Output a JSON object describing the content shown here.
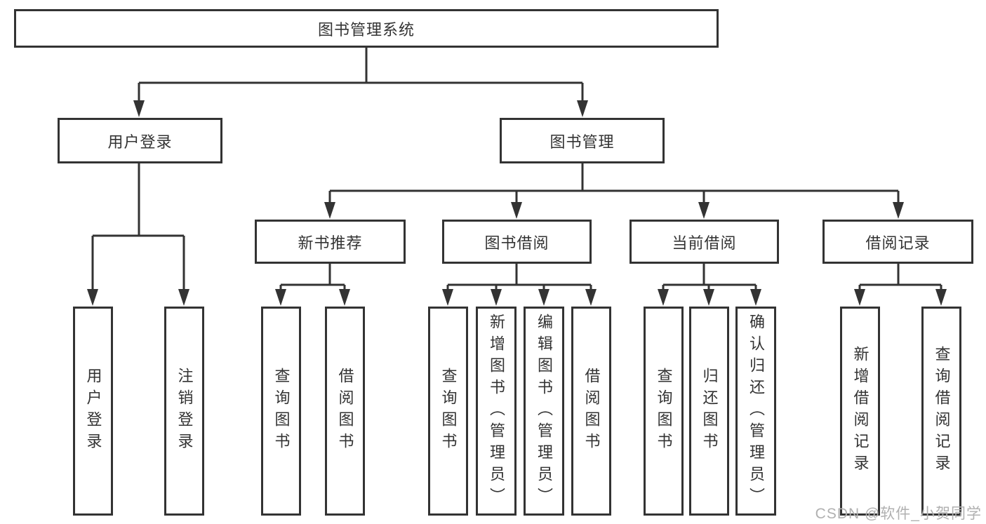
{
  "diagram": {
    "root": {
      "label": "图书管理系统"
    },
    "branches": [
      {
        "label": "用户登录",
        "children": [
          "用户登录",
          "注销登录"
        ]
      },
      {
        "label": "图书管理",
        "children": [
          {
            "label": "新书推荐",
            "children": [
              "查询图书",
              "借阅图书"
            ]
          },
          {
            "label": "图书借阅",
            "children": [
              "查询图书",
              "新增图书（管理员）",
              "编辑图书（管理员）",
              "借阅图书"
            ]
          },
          {
            "label": "当前借阅",
            "children": [
              "查询图书",
              "归还图书",
              "确认归还（管理员）"
            ]
          },
          {
            "label": "借阅记录",
            "children": [
              "新增借阅记录",
              "查询借阅记录"
            ]
          }
        ]
      }
    ]
  },
  "watermark": {
    "text": "CSDN @软件_小贺同学",
    "color": "#b0b0b0"
  },
  "colors": {
    "line": "#333333",
    "box_border": "#333333",
    "text": "#333333",
    "background": "#ffffff"
  }
}
